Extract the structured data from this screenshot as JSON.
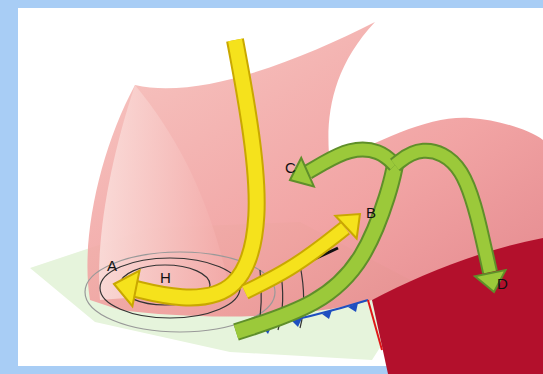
{
  "diagram": {
    "labels": [
      "C",
      "B",
      "A",
      "H",
      "D"
    ]
  }
}
